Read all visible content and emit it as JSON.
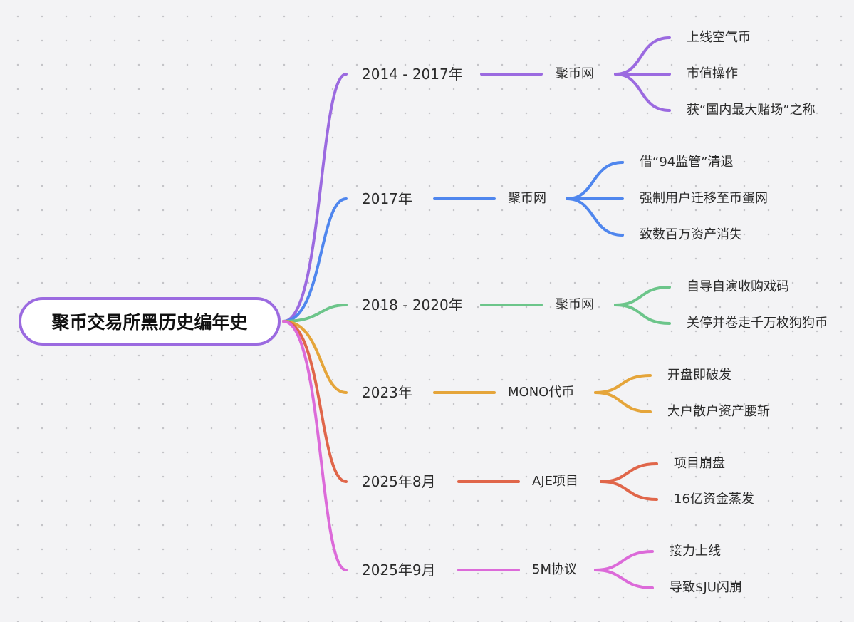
{
  "title": "聚币交易所黑历史编年史",
  "colors": {
    "root_border": "#9b6ae0",
    "purple": "#9b6ae0",
    "blue": "#4f86ee",
    "green": "#6cc58a",
    "orange": "#e5a53a",
    "red": "#e0664a",
    "pink": "#dc6ad9"
  },
  "branches": [
    {
      "year": "2014 - 2017年",
      "entity": "聚币网",
      "color": "#9b6ae0",
      "events": [
        "上线空气币",
        "市值操作",
        "获“国内最大赌场”之称"
      ]
    },
    {
      "year": "2017年",
      "entity": "聚币网",
      "color": "#4f86ee",
      "events": [
        "借“94监管”清退",
        "强制用户迁移至币蛋网",
        "致数百万资产消失"
      ]
    },
    {
      "year": "2018 - 2020年",
      "entity": "聚币网",
      "color": "#6cc58a",
      "events": [
        "自导自演收购戏码",
        "关停并卷走千万枚狗狗币"
      ]
    },
    {
      "year": "2023年",
      "entity": "MONO代币",
      "color": "#e5a53a",
      "events": [
        "开盘即破发",
        "大户散户资产腰斩"
      ]
    },
    {
      "year": "2025年8月",
      "entity": "AJE项目",
      "color": "#e0664a",
      "events": [
        "项目崩盘",
        "16亿资金蒸发"
      ]
    },
    {
      "year": "2025年9月",
      "entity": "5M协议",
      "color": "#dc6ad9",
      "events": [
        "接力上线",
        "导致$JU闪崩"
      ]
    }
  ]
}
